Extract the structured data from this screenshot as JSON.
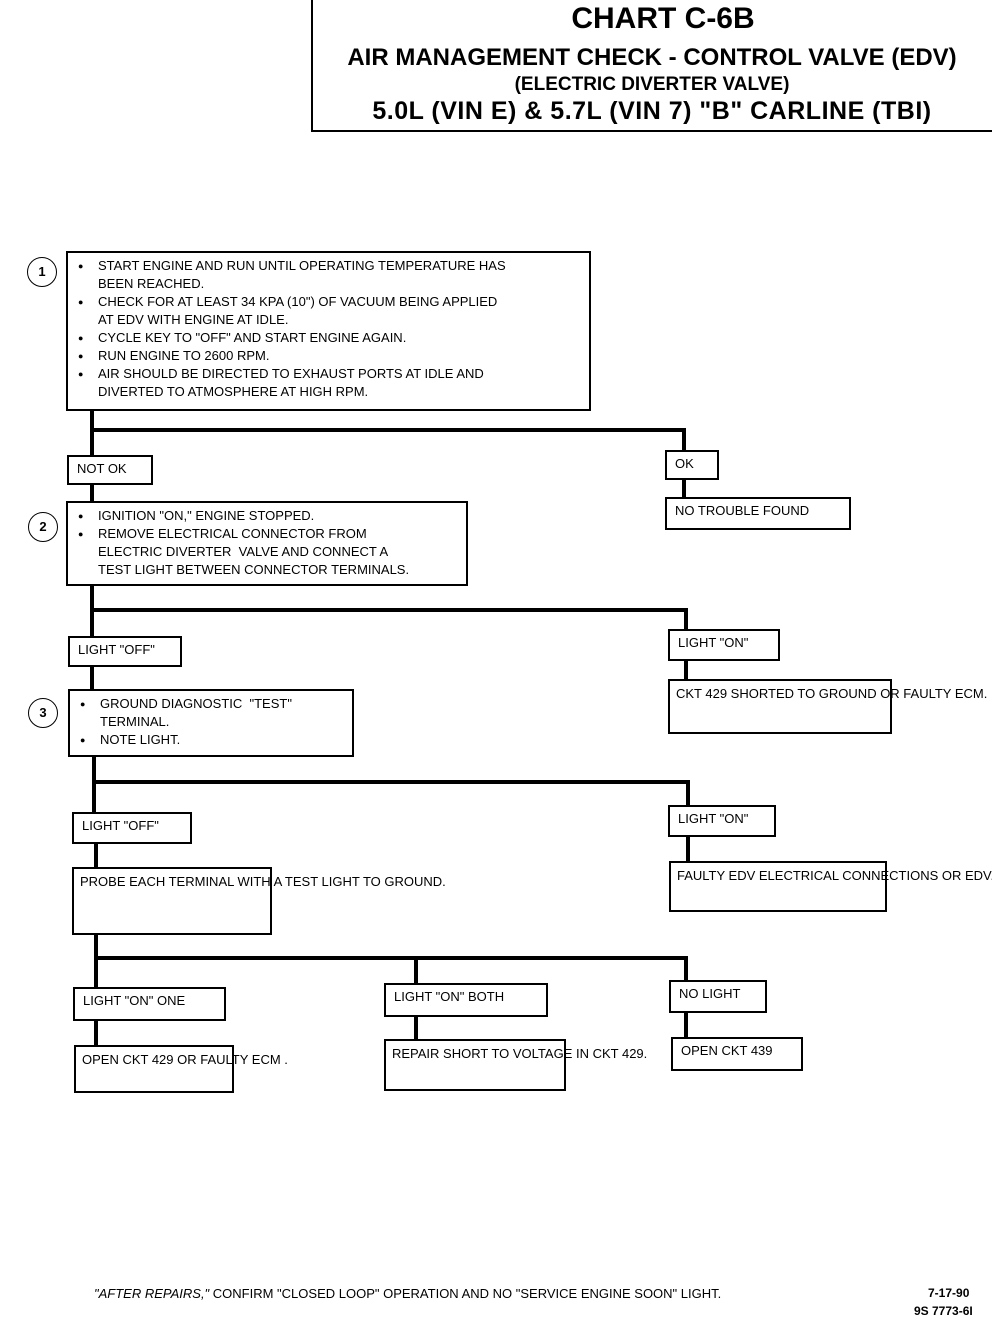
{
  "header": {
    "chart_id": "CHART C-6B",
    "title": "AIR MANAGEMENT CHECK - CONTROL VALVE (EDV)",
    "subtitle": "(ELECTRIC DIVERTER VALVE)",
    "engine_line": "5.0L  (VIN E)  &  5.7L  (VIN 7)  \"B\"  CARLINE  (TBI)"
  },
  "steps": {
    "s1": {
      "number": "1",
      "items": [
        "START ENGINE AND RUN UNTIL OPERATING TEMPERATURE HAS\nBEEN REACHED.",
        "CHECK FOR AT LEAST 34 KPA (10\") OF VACUUM BEING APPLIED\nAT EDV WITH ENGINE AT IDLE.",
        "CYCLE KEY TO \"OFF\" AND START ENGINE AGAIN.",
        "RUN ENGINE TO 2600 RPM.",
        "AIR SHOULD BE DIRECTED TO EXHAUST PORTS AT IDLE AND\nDIVERTED TO ATMOSPHERE AT HIGH RPM."
      ]
    },
    "s2": {
      "number": "2",
      "items": [
        "IGNITION \"ON,\" ENGINE STOPPED.",
        "REMOVE ELECTRICAL CONNECTOR FROM\nELECTRIC DIVERTER  VALVE AND CONNECT A\nTEST LIGHT BETWEEN CONNECTOR TERMINALS."
      ]
    },
    "s3": {
      "number": "3",
      "items": [
        "GROUND DIAGNOSTIC  \"TEST\"\nTERMINAL.",
        "NOTE LIGHT."
      ]
    }
  },
  "labels": {
    "not_ok": "NOT OK",
    "ok": "OK",
    "no_trouble": "NO TROUBLE FOUND",
    "light_off_1": "LIGHT \"OFF\"",
    "light_on_1": "LIGHT \"ON\"",
    "ckt429_shorted": "CKT 429 SHORTED TO\nGROUND OR FAULTY ECM.",
    "light_off_2": "LIGHT \"OFF\"",
    "light_on_2": "LIGHT \"ON\"",
    "faulty_edv": "FAULTY EDV ELECTRICAL\nCONNECTIONS OR EDV.",
    "probe": "PROBE EACH TERMINAL\nWITH A TEST LIGHT TO\nGROUND.",
    "light_on_one": "LIGHT  \"ON\" ONE",
    "light_on_both": "LIGHT  \"ON\" BOTH",
    "no_light": "NO LIGHT",
    "open_ckt429": "OPEN CKT 429 OR\nFAULTY ECM .",
    "repair_short": "REPAIR  SHORT TO\nVOLTAGE IN CKT 429.",
    "open_ckt439": "OPEN CKT 439"
  },
  "footer": {
    "after_repairs": "\"AFTER REPAIRS,\"",
    "note": " CONFIRM \"CLOSED LOOP\" OPERATION AND NO \"SERVICE ENGINE SOON\" LIGHT.",
    "date": "7-17-90",
    "code": "9S 7773-6I"
  }
}
